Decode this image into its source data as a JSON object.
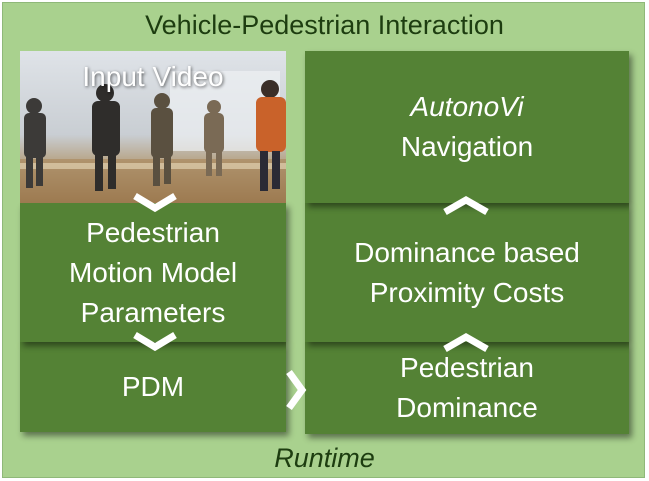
{
  "title": "Vehicle-Pedestrian Interaction",
  "footer": "Runtime",
  "left_column": {
    "input_video": "Input Video",
    "motion_model": [
      "Pedestrian",
      "Motion Model",
      "Parameters"
    ],
    "pdm": "PDM"
  },
  "right_column": {
    "navigation": {
      "name": "AutonoVi",
      "label": "Navigation"
    },
    "proximity": [
      "Dominance based",
      "Proximity Costs"
    ],
    "dominance": [
      "Pedestrian",
      "Dominance"
    ]
  },
  "icons": [
    "chevron-down-icon",
    "chevron-up-icon",
    "chevron-right-icon"
  ],
  "colors": {
    "background": "#a9d18e",
    "box": "#548235",
    "text_dark": "#1d3d10",
    "text_light": "#ffffff"
  }
}
